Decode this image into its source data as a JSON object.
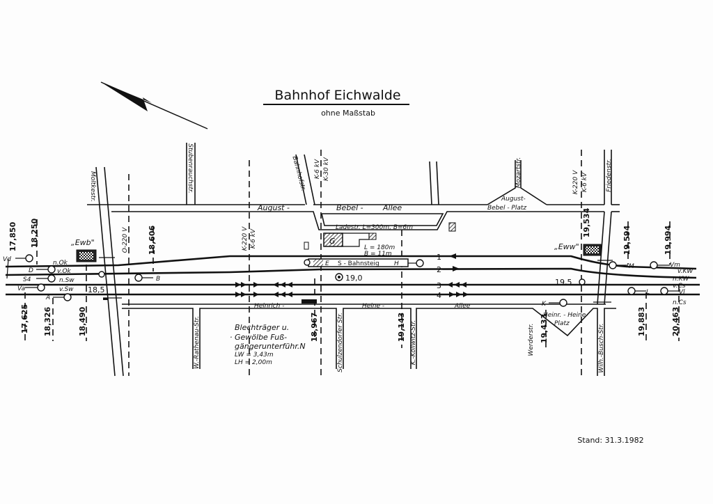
{
  "title": "Bahnhof Eichwalde",
  "subtitle": "ohne Maßstab",
  "stand": "Stand: 31.3.1982",
  "streets": {
    "moltke": "Moltkestr.",
    "stubenrauch": "Stubenrauchstr.",
    "bahnhof": "Bahnhofstr.",
    "mozart": "Mozartstr.",
    "frieden": "Friedenstr.",
    "bebel_1": "August -",
    "bebel_2": "Bebel -",
    "bebel_3": "Allee",
    "ladestr": "Ladestr. L=300m, B=6m",
    "bebel_platz_1": "August-",
    "bebel_platz_2": "Bebel - Platz",
    "heine_1": "Heinrich -",
    "heine_2": "Heine -",
    "heine_3": "Allee",
    "rathenau": "W.-Rathenau-Str.",
    "schulzendorfer": "Schulzendorfer Str.",
    "kollwitz": "K.-Kollwitz-Str.",
    "werder": "Werderstr.",
    "heine_platz_1": "Heinr. - Heine-",
    "heine_platz_2": "Platz",
    "busch": "Wilh.-Busch-Str."
  },
  "cables": {
    "c1": "O-220 V",
    "c2a": "K-220 V",
    "c2b": "K-6 kV",
    "c3a": "K-6 kV",
    "c3b": "K-30 kV",
    "c4a": "K-220 V",
    "c4b": "K-6 kV"
  },
  "km": {
    "k17850": "17,850",
    "k18250": "18,250",
    "k17625": "17,625",
    "k18326": "18,326",
    "k18490": "18,490",
    "k18606": "18,606",
    "k18967": "18,967",
    "k19143": "19,143",
    "k19433": "19,433",
    "k19534": "19,534",
    "k19594": "19,594",
    "k19994": "19,994",
    "k19883": "19,883",
    "k20463": "20,463",
    "h185": "18,5",
    "h190": "19,0",
    "h195": "19,5"
  },
  "signals": {
    "vd": "Vd",
    "d": "D",
    "s4": "S4",
    "va": "Va",
    "a": "A",
    "b": "B",
    "nok": "n.Ok",
    "vok": "v.Ok",
    "nsw": "n.Sw",
    "vsw": "v.Sw",
    "ewb": "„Ewb\"",
    "eww": "„Eww\"",
    "m": "M",
    "vm": "Vm",
    "l": "L",
    "vl": "Vl",
    "k": "K",
    "vkw": "v.KW",
    "nkw": "n.KW",
    "vcs": "v.Cs",
    "ncs": "n.Cs"
  },
  "tracks": [
    "1",
    "2",
    "3",
    "4"
  ],
  "platform": {
    "label": "S - Bahnsteig",
    "length": "L = 180m",
    "width": "B = 11m",
    "e": "E",
    "h": "H",
    "g": "G"
  },
  "note": {
    "line1": "Blechträger u.",
    "line2": "· Gewölbe Fuß-",
    "line3": "gängerunterführ.N",
    "lw": "LW = 3,43m",
    "lh": "LH = 2,00m"
  }
}
